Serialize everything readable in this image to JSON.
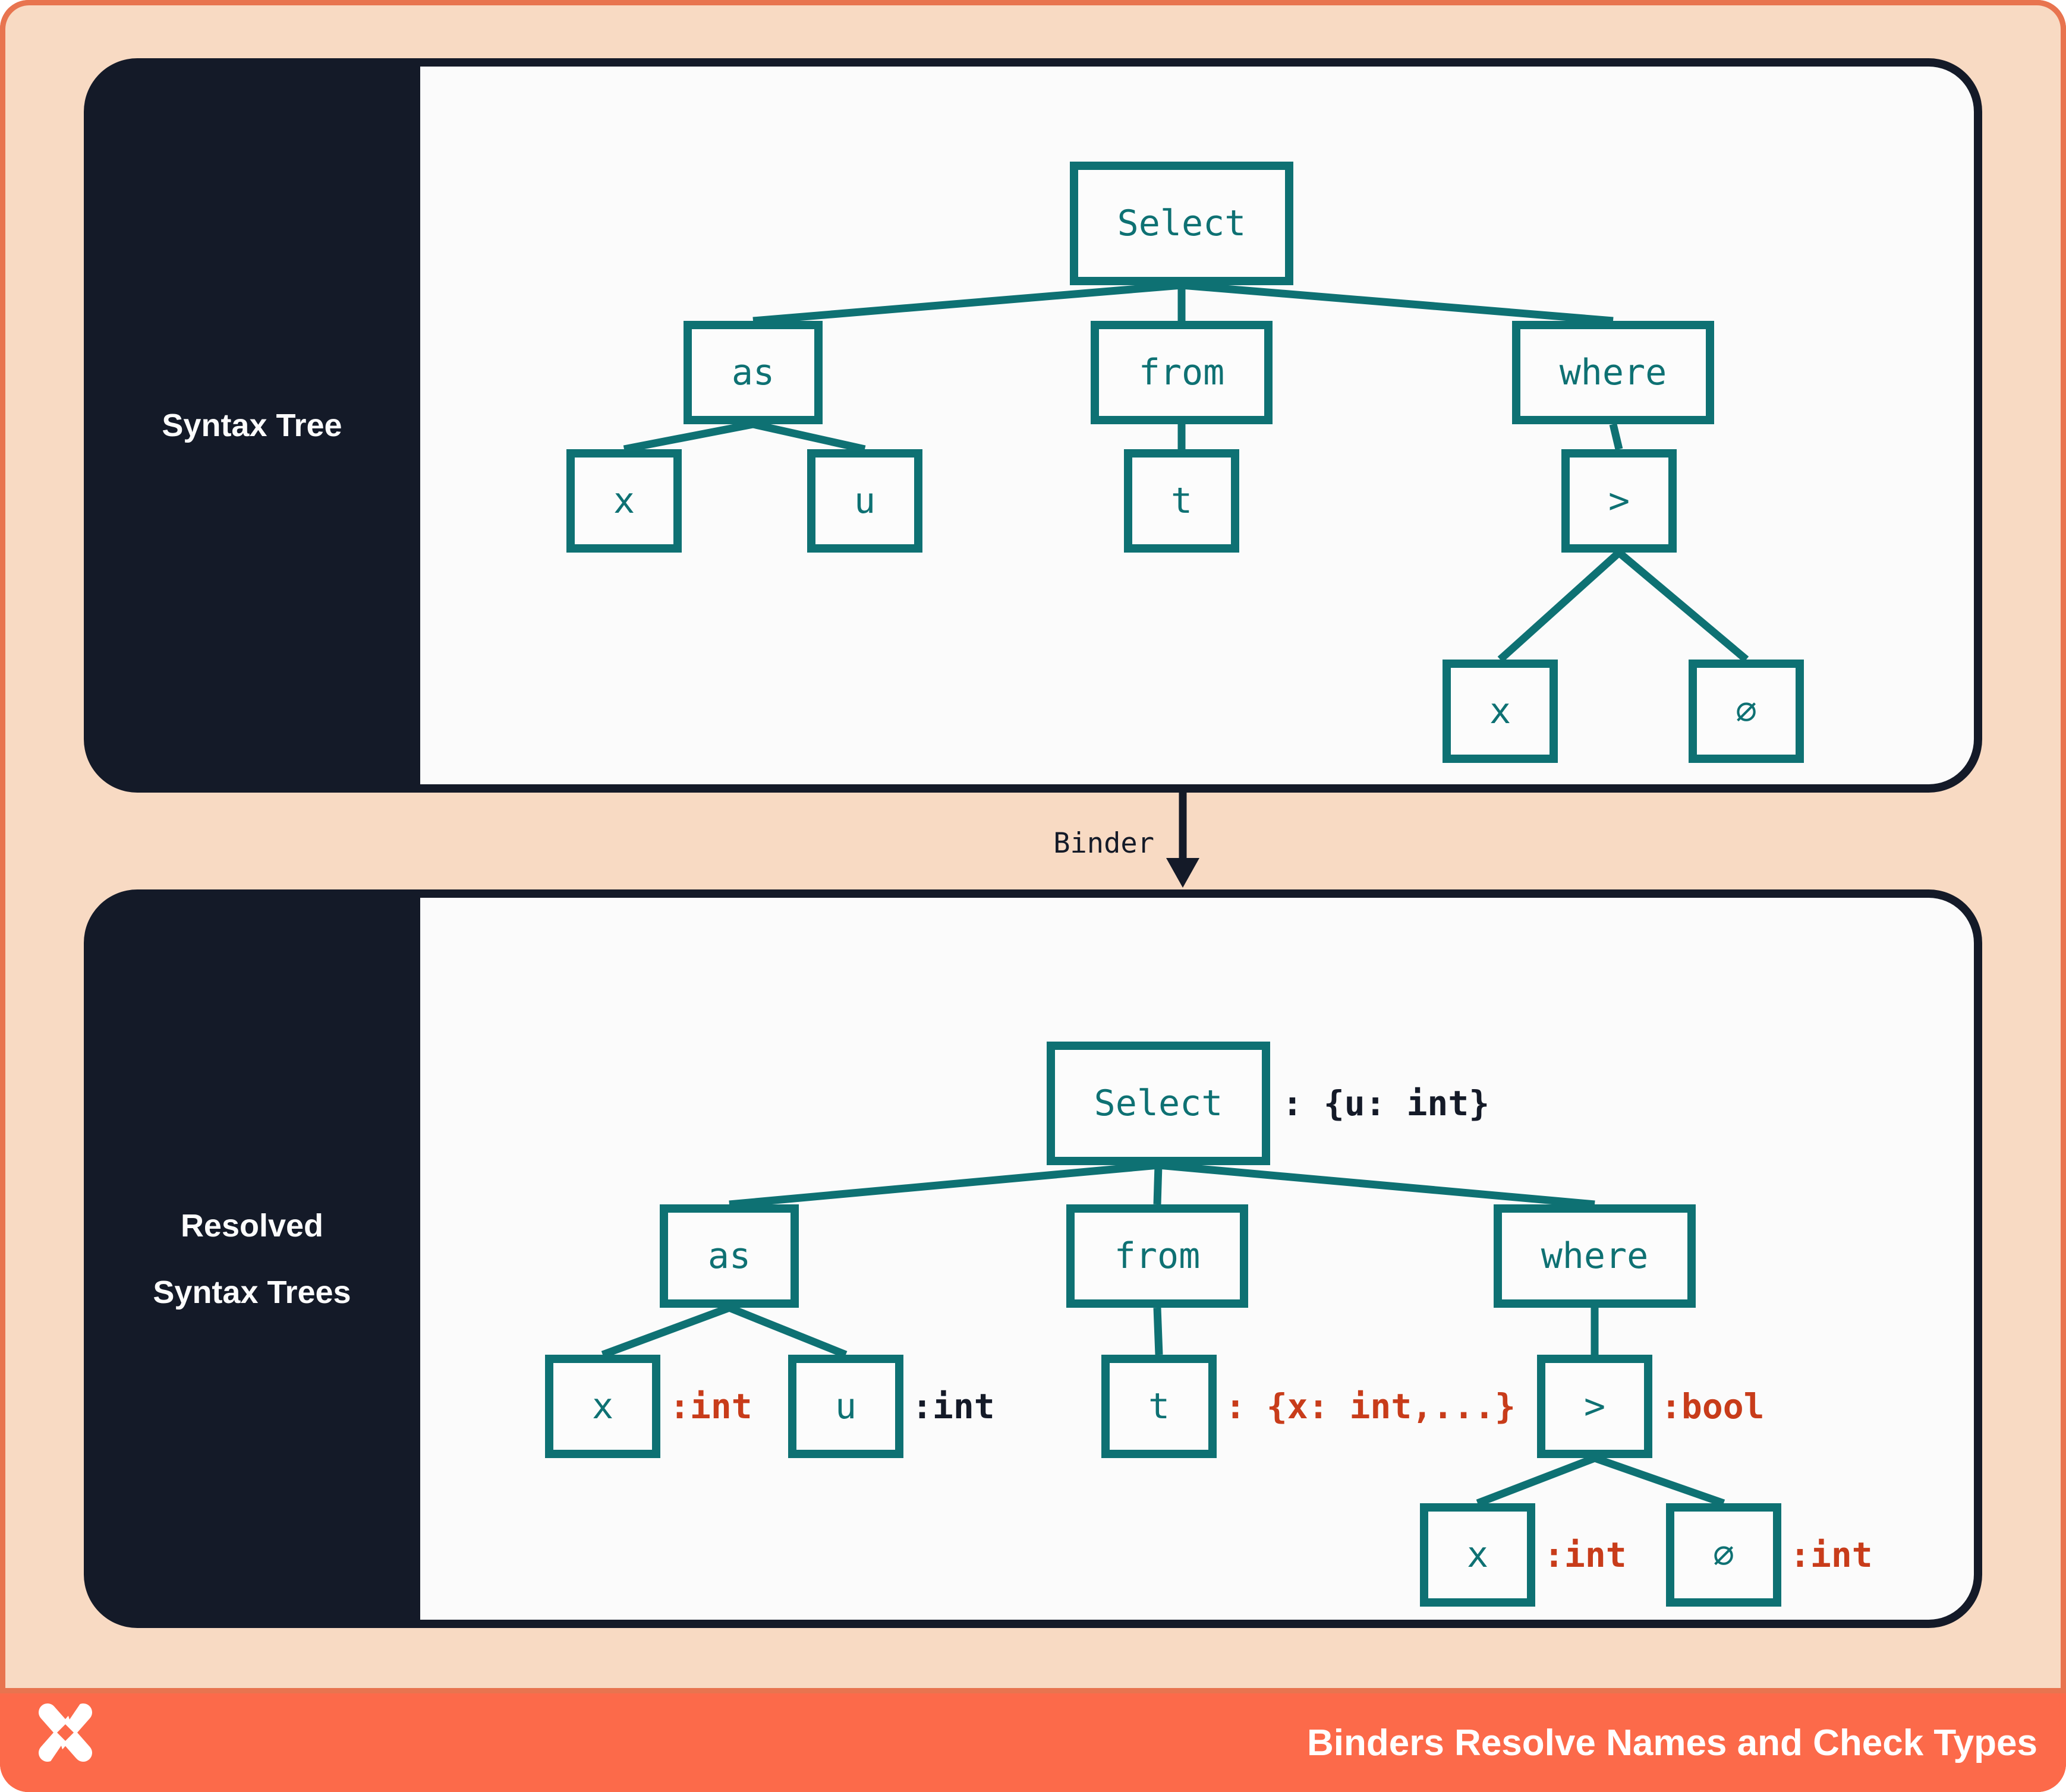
{
  "syntax_panel": {
    "label": "Syntax Tree",
    "tree": {
      "select": "Select",
      "as": "as",
      "from": "from",
      "where": "where",
      "x1": "x",
      "u": "u",
      "t": "t",
      "gt": ">",
      "x2": "x",
      "zero": "∅"
    }
  },
  "binder": {
    "label": "Binder"
  },
  "resolved_panel": {
    "label_line1": "Resolved",
    "label_line2": "Syntax Trees",
    "tree": {
      "select": "Select",
      "select_type": ": {u: int}",
      "as": "as",
      "from": "from",
      "where": "where",
      "x1": "x",
      "x1_type": ":int",
      "u": "u",
      "u_type": ":int",
      "t": "t",
      "t_type": ": {x: int,...}",
      "gt": ">",
      "gt_type": ":bool",
      "x2": "x",
      "x2_type": ":int",
      "zero": "∅",
      "zero_type": ":int"
    }
  },
  "footer": {
    "title": "Binders Resolve Names and Check Types"
  },
  "colors": {
    "frame_orange": "#E8744F",
    "footer_orange": "#FC6A4A",
    "peach": "#F8DAC3",
    "navy": "#141A28",
    "panel_bg": "#FBFBFB",
    "teal": "#0E7173",
    "type_red": "#C83C1A",
    "white": "#FFFFFF"
  }
}
